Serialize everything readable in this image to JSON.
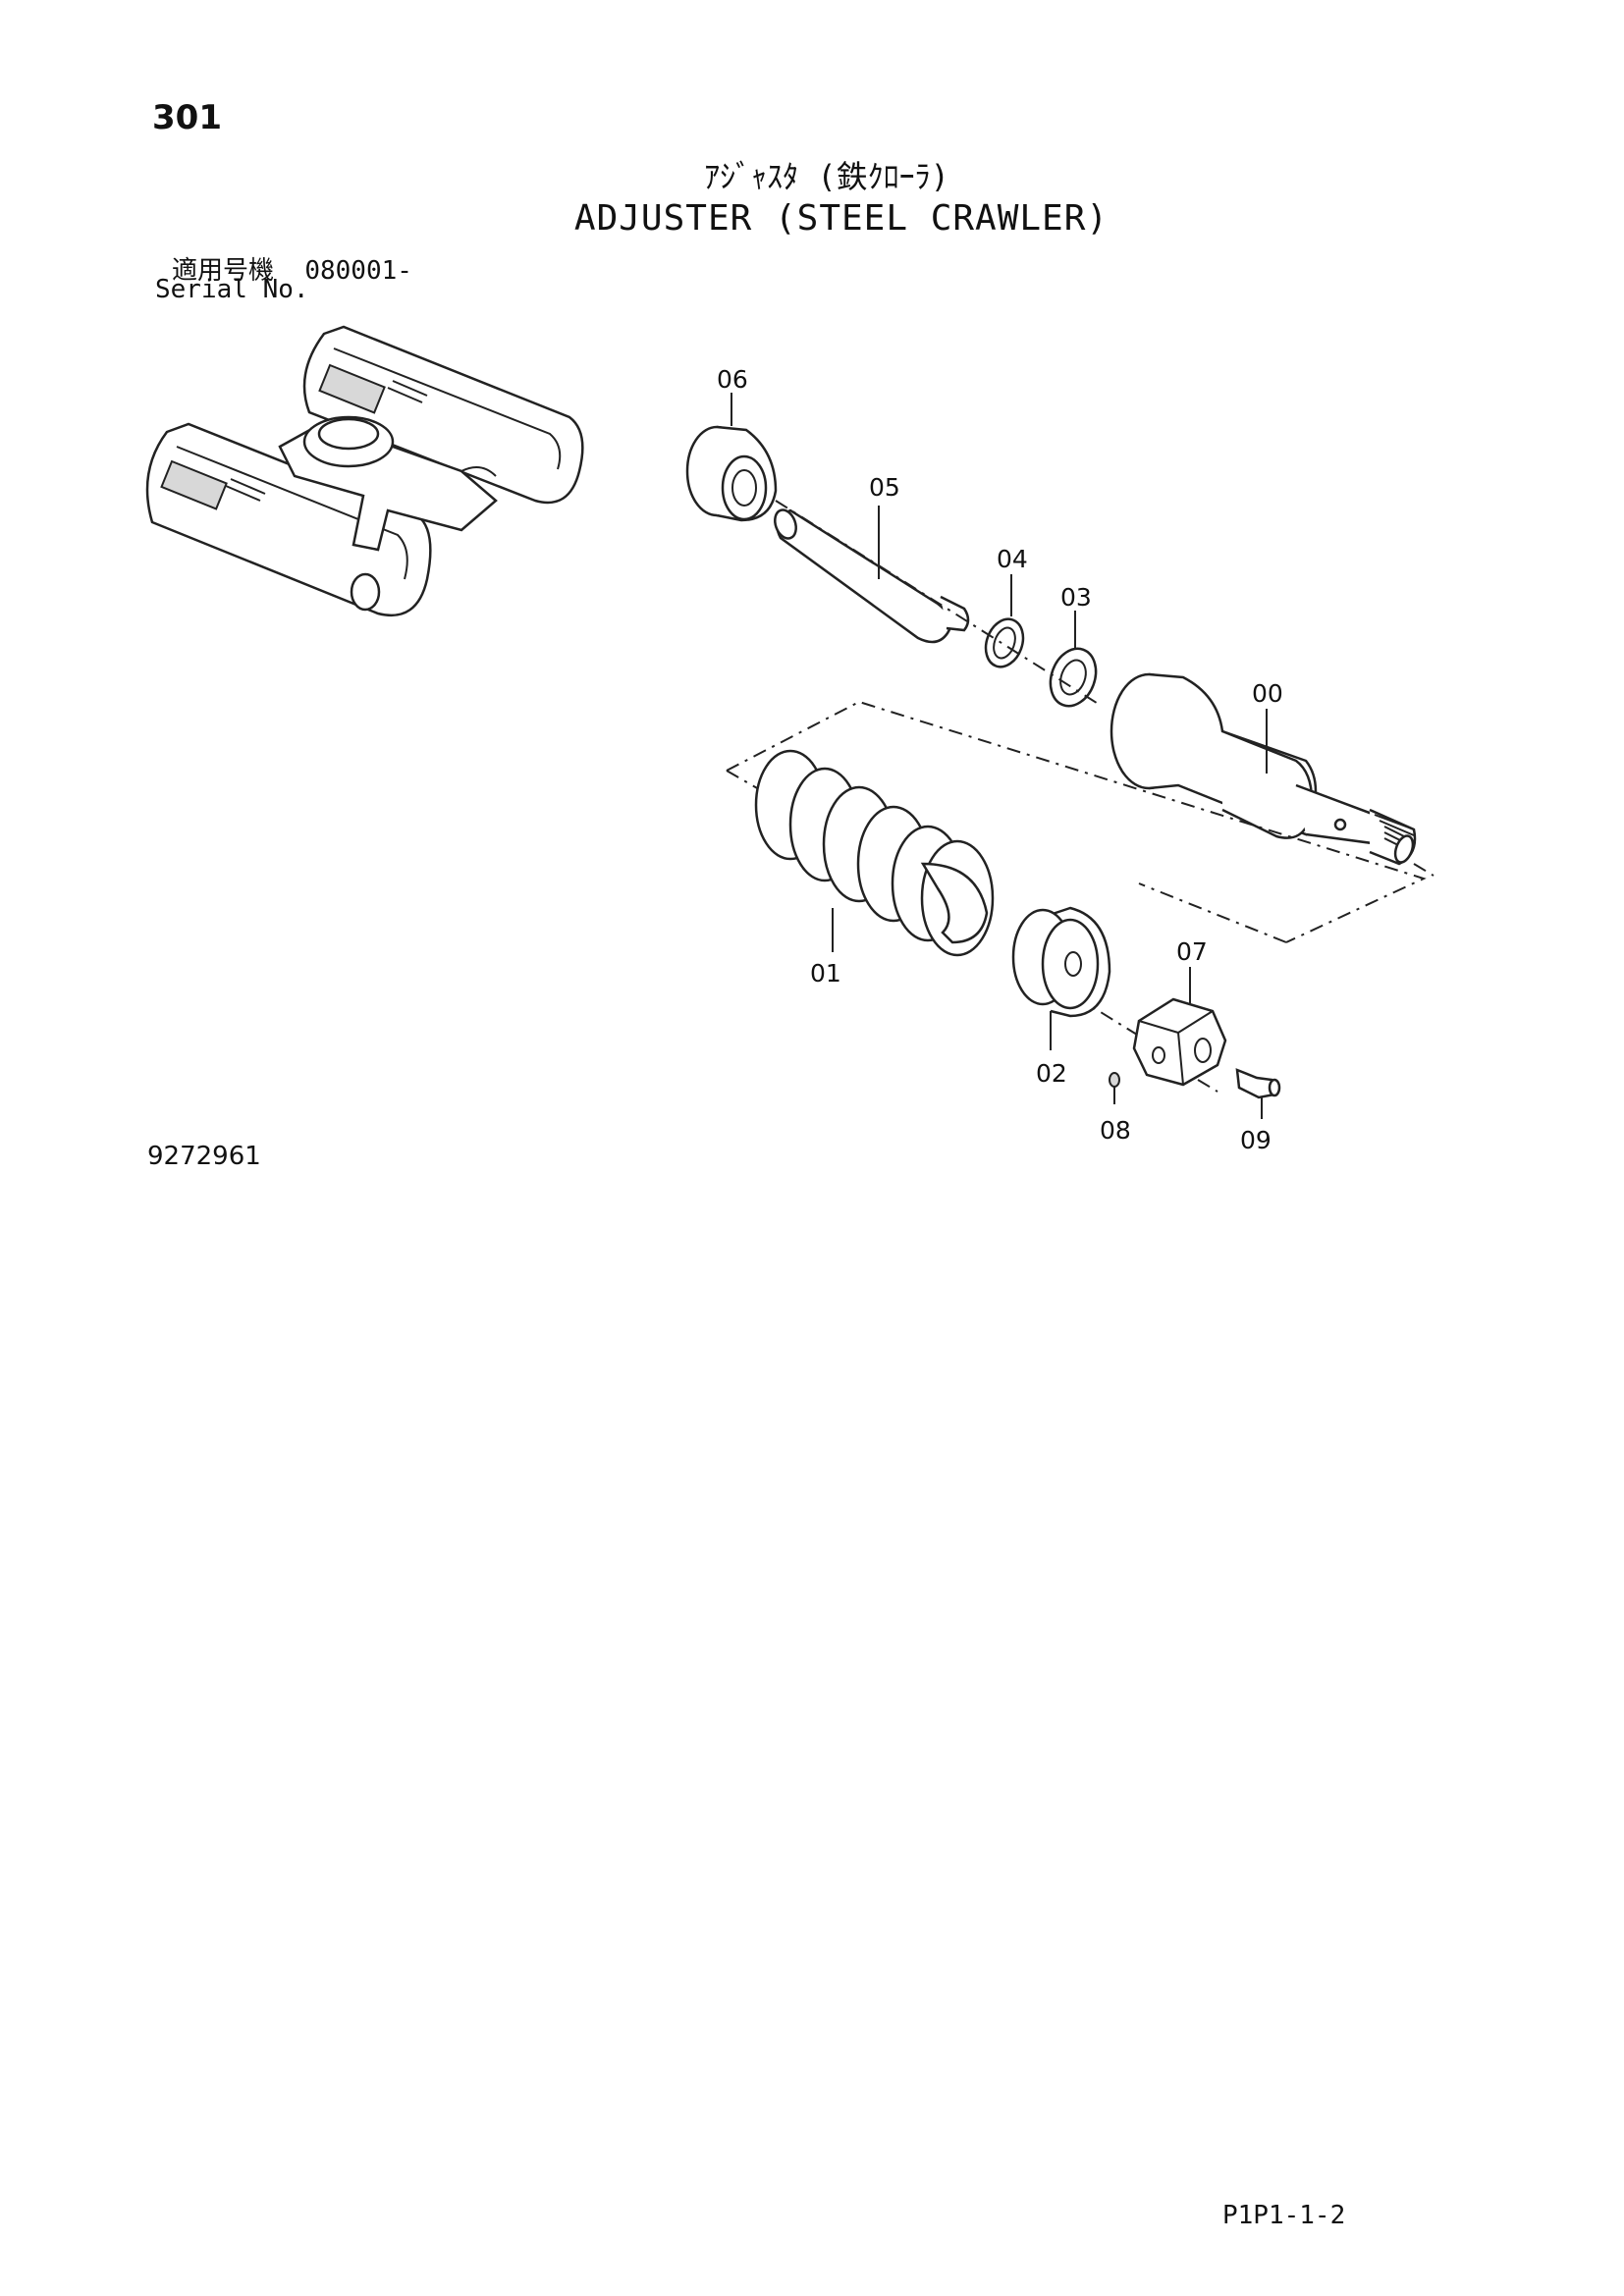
{
  "header": {
    "page_number": "301",
    "title_jp": "ｱｼﾞｬｽﾀ (鉄ｸﾛｰﾗ)",
    "title_en": "ADJUSTER (STEEL CRAWLER)",
    "serial_label_jp": "適用号機",
    "serial_value": "080001-",
    "serial_label_en": "Serial No."
  },
  "parts": {
    "p00": "00",
    "p01": "01",
    "p02": "02",
    "p03": "03",
    "p04": "04",
    "p05": "05",
    "p06": "06",
    "p07": "07",
    "p08": "08",
    "p09": "09"
  },
  "footer": {
    "drawing_number": "9272961",
    "sheet_code": "P1P1-1-2"
  }
}
